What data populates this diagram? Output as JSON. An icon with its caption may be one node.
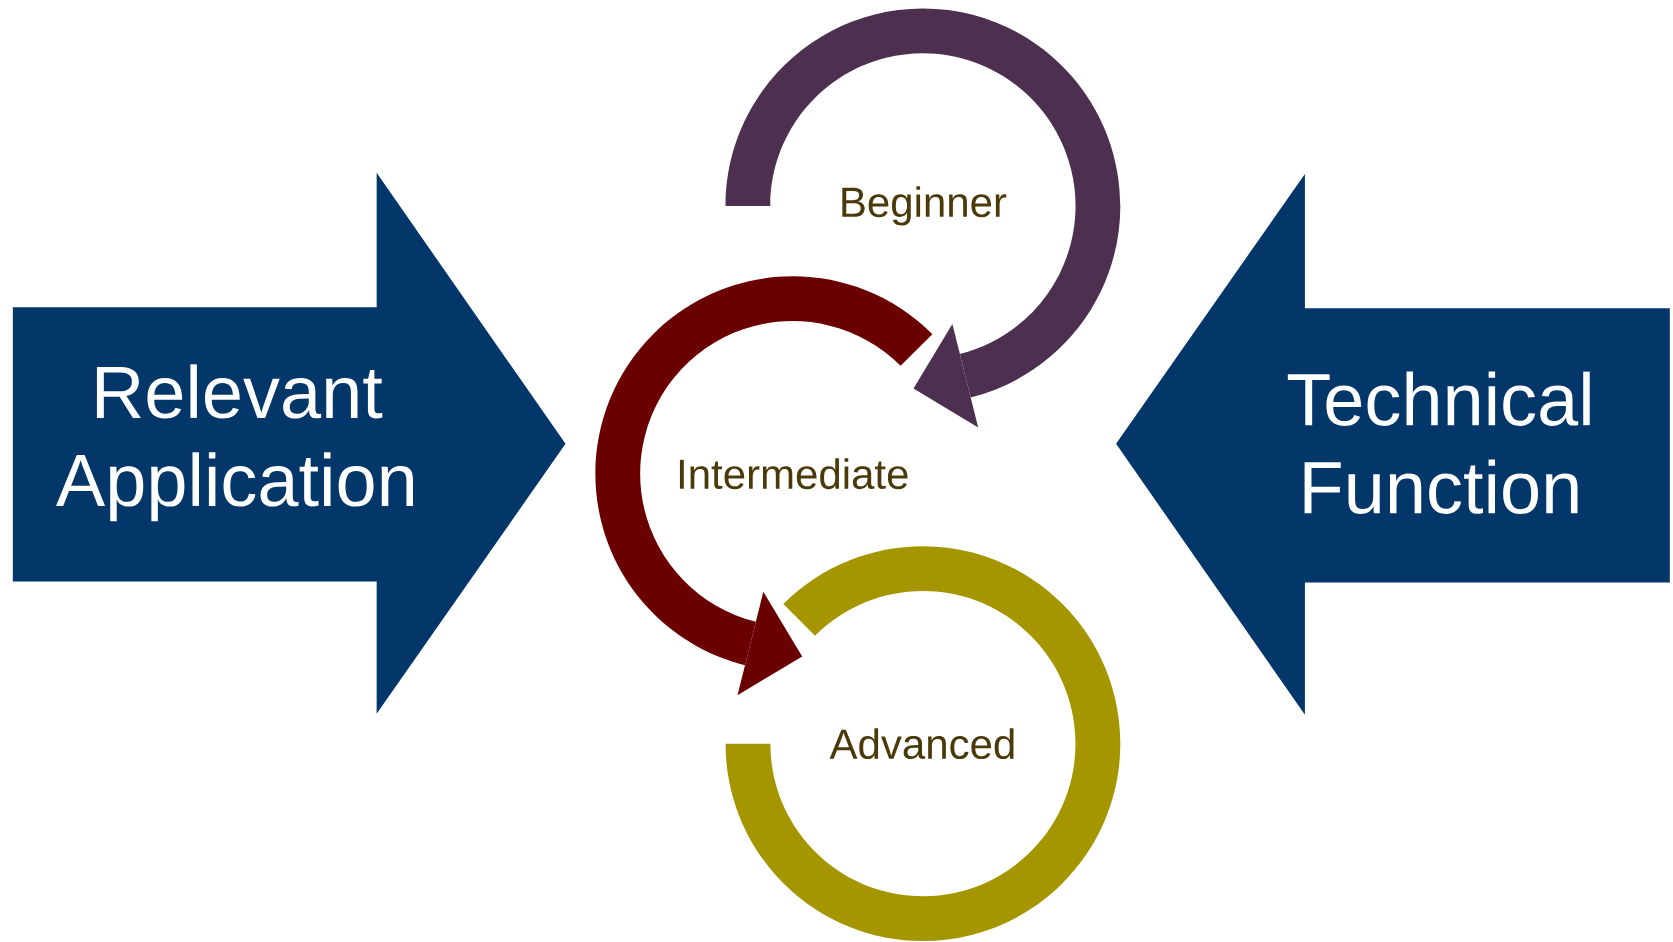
{
  "diagram": {
    "nodes": [
      {
        "text": [
          "Relevant Application"
        ]
      },
      {
        "text": [
          "Technical Function"
        ]
      },
      {
        "text": [
          "Beginner"
        ]
      },
      {
        "text": [
          "Intermediate"
        ]
      },
      {
        "text": [
          "Advanced"
        ]
      }
    ]
  }
}
